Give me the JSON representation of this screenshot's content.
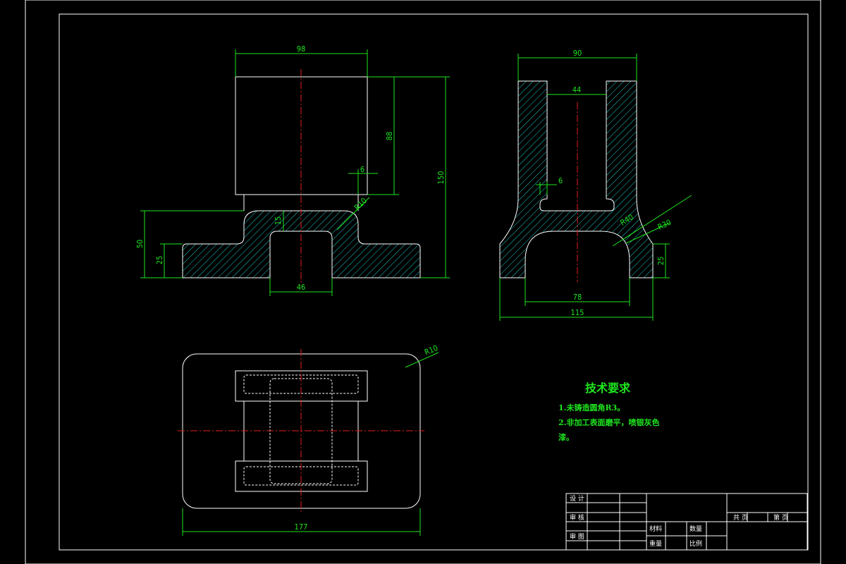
{
  "front_view": {
    "dims": {
      "top_width": "98",
      "upper_height": "88",
      "total_height": "150",
      "wall_thickness": "6",
      "fillet": "R10",
      "inner_height": "15",
      "base_height": "50",
      "flange_height": "25",
      "slot_width": "46"
    }
  },
  "side_view": {
    "dims": {
      "top_width": "90",
      "gap_width": "44",
      "wall_thickness": "6",
      "arch_radius": "R40",
      "fillet": "R30",
      "flange_height": "25",
      "inner_width": "78",
      "total_width": "115"
    }
  },
  "top_view": {
    "dims": {
      "corner_radius": "R10",
      "total_width": "177"
    }
  },
  "notes": {
    "title": "技术要求",
    "line1": "1.未铸造圆角R3。",
    "line2": "2.非加工表面磨平，喷银灰色",
    "line3": "漆。"
  },
  "title_block": {
    "design": "设 计",
    "review": "审 核",
    "check": "审 图",
    "material": "材料",
    "quantity": "数量",
    "weight": "重量",
    "scale": "比例",
    "sheet_total": "共  页",
    "sheet_no": "第  页"
  },
  "colors": {
    "background": "#000000",
    "outline": "#ffffff",
    "dimension": "#1ee61e",
    "centerline": "#e61e1e"
  }
}
